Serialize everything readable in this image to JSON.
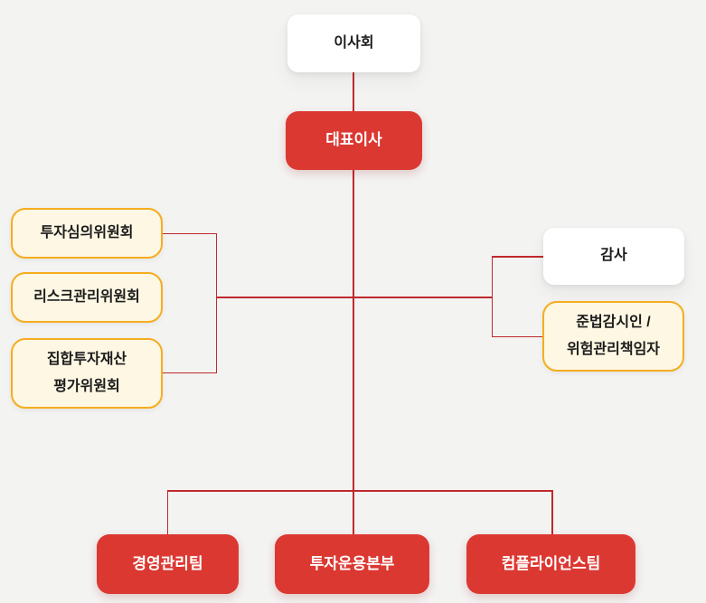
{
  "org": {
    "board": {
      "label": "이사회"
    },
    "ceo": {
      "label": "대표이사"
    },
    "committees": [
      {
        "label": "투자심의위원회"
      },
      {
        "label": "리스크관리위원회"
      },
      {
        "label": "집합투자재산\n평가위원회"
      }
    ],
    "auditor": {
      "label": "감사"
    },
    "compliance_officer": {
      "label": "준법감시인 /\n위험관리책임자"
    },
    "teams": [
      {
        "label": "경영관리팀"
      },
      {
        "label": "투자운용본부"
      },
      {
        "label": "컴플라이언스팀"
      }
    ]
  },
  "colors": {
    "bg": "#f3f3f2",
    "line": "#bf2a2c",
    "red_box": "#dc3832",
    "red_box_text": "#ffffff",
    "white_box": "#ffffff",
    "cream_box": "#fdf7e3",
    "yellow_border": "#f5ad1e",
    "text_dark": "#1b1b1b"
  }
}
